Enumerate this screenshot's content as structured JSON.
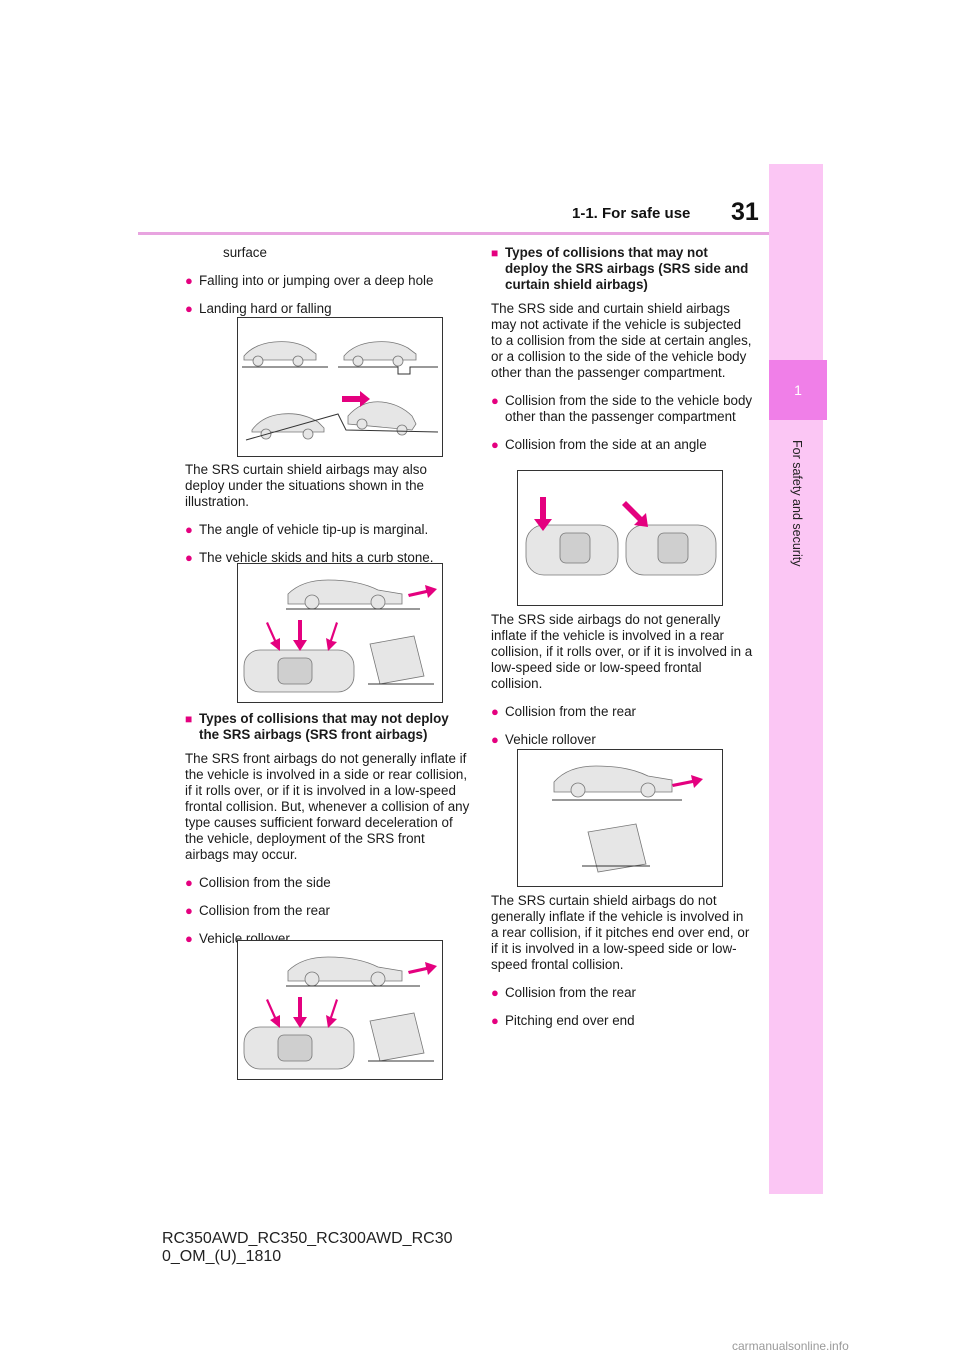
{
  "header": {
    "page_number": "31",
    "section": "1-1. For safe use"
  },
  "side_tab": {
    "chapter": "1",
    "label": "For safety and security"
  },
  "left": {
    "intro": "surface",
    "bullets_a": [
      "Falling into or jumping over a deep hole",
      "Landing hard or falling"
    ],
    "para_curtain": "The SRS curtain shield airbags may also deploy under the situations shown in the illustration.",
    "bullets_b": [
      "The angle of vehicle tip-up is marginal.",
      "The vehicle skids and hits a curb stone."
    ],
    "heading_front": "Types of collisions that may not deploy the SRS airbags (SRS front airbags)",
    "para_front": "The SRS front airbags do not generally inflate if the vehicle is involved in a side or rear collision, if it rolls over, or if it is involved in a low-speed frontal collision. But, whenever a collision of any type causes sufficient forward deceleration of the vehicle, deployment of the SRS front airbags may occur.",
    "bullets_c": [
      "Collision from the side",
      "Collision from the rear",
      "Vehicle rollover"
    ]
  },
  "right": {
    "heading_side": "Types of collisions that may not deploy the SRS airbags (SRS side and curtain shield airbags)",
    "para_side": "The SRS side and curtain shield airbags may not activate if the vehicle is subjected to a collision from the side at certain angles, or a collision to the side of the vehicle body other than the passenger compartment.",
    "bullets_a": [
      "Collision from the side to the vehicle body other than the passenger compartment",
      "Collision from the side at an angle"
    ],
    "para_side2": "The SRS side airbags do not generally inflate if the vehicle is involved in a rear collision, if it rolls over, or if it is involved in a low-speed side or low-speed frontal collision.",
    "bullets_b": [
      "Collision from the rear",
      "Vehicle rollover"
    ],
    "para_curtain2": "The SRS curtain shield airbags do not generally inflate if the vehicle is involved in a rear collision, if it pitches end over end, or if it is involved in a low-speed side or low-speed frontal collision.",
    "bullets_c": [
      "Collision from the rear",
      "Pitching end over end"
    ]
  },
  "footer": {
    "line1": "RC350AWD_RC350_RC300AWD_RC30",
    "line2": "0_OM_(U)_1810"
  },
  "watermark": "carmanualsonline.info",
  "colors": {
    "accent": "#e4007f",
    "tab": "#fbc6f4",
    "tab_dark": "#f07fe8",
    "rule": "#e8a4e0"
  }
}
